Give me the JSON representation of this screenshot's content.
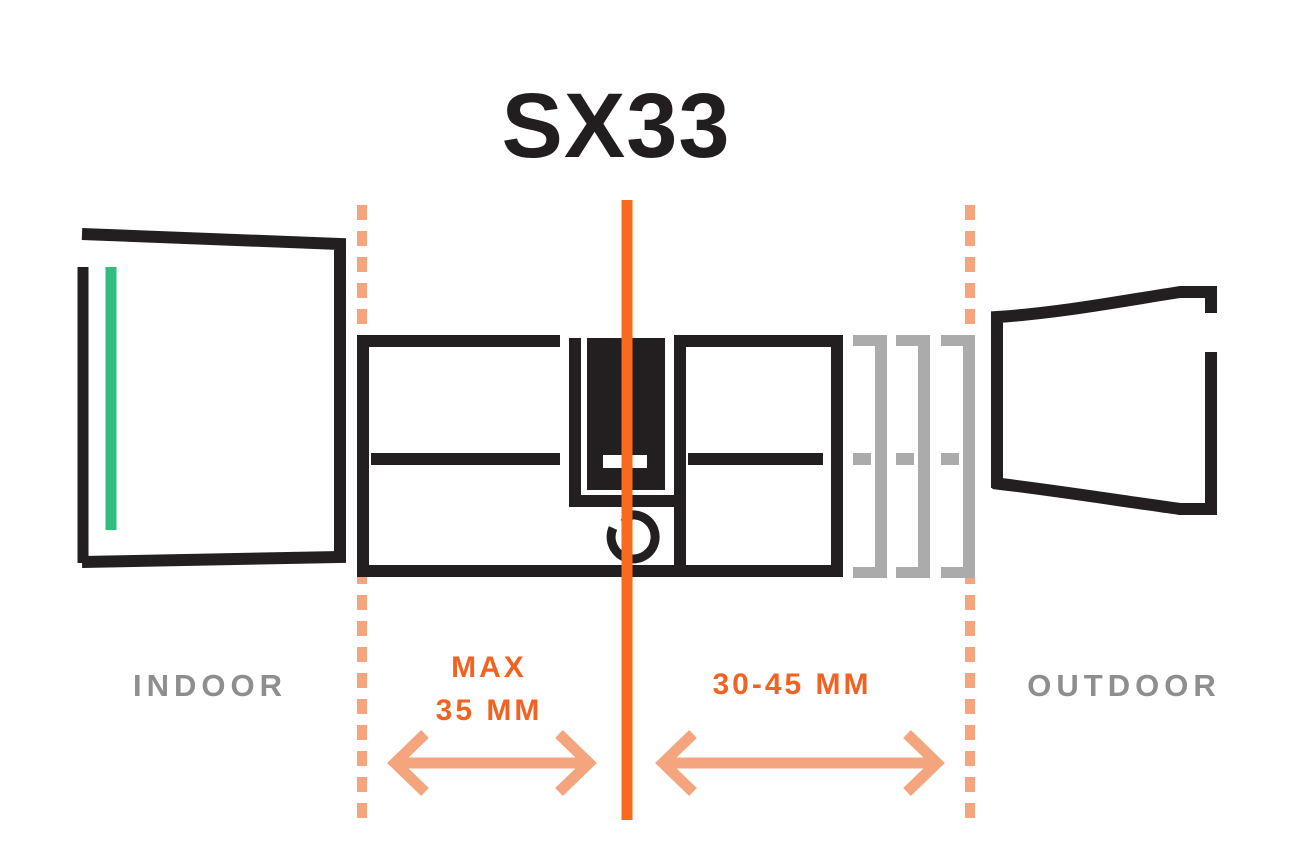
{
  "title": "SX33",
  "zones": {
    "indoor": "INDOOR",
    "outdoor": "OUTDOOR"
  },
  "measurements": {
    "inner_line1": "MAX",
    "inner_line2": "35 MM",
    "outer": "30-45 MM"
  },
  "icons": {
    "rotate_icon": "↻",
    "inner_range_arrow": "↔",
    "outer_range_arrow": "↔"
  },
  "colors": {
    "line_black": "#231f20",
    "accent_orange": "#f96a1c",
    "text_orange": "#f06322",
    "peach_light_orange": "#f5a57e",
    "indicator_green": "#2fbe7e",
    "segment_gray": "#ababab",
    "label_gray": "#8e8e8e",
    "background": "#ffffff"
  }
}
